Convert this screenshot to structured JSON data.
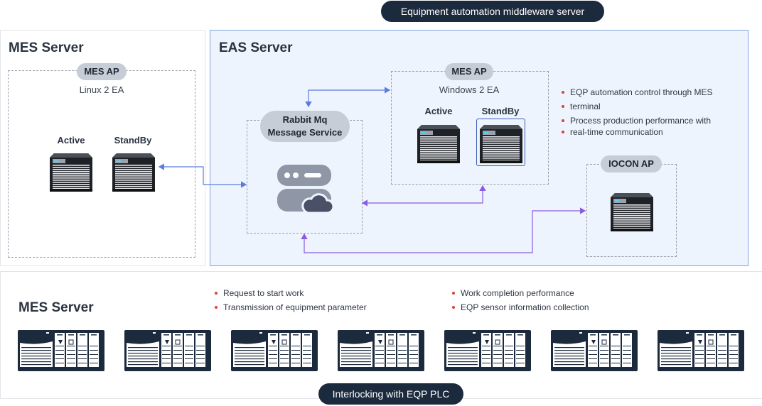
{
  "header": {
    "title": "Equipment automation middleware server"
  },
  "mes_top": {
    "title": "MES Server",
    "tag": "MES AP",
    "subtitle": "Linux 2 EA",
    "active": "Active",
    "standby": "StandBy"
  },
  "eas": {
    "title": "EAS Server",
    "rabbit_line1": "Rabbit Mq",
    "rabbit_line2": "Message Service",
    "mes_ap": {
      "tag": "MES AP",
      "subtitle": "Windows 2 EA",
      "active": "Active",
      "standby": "StandBy"
    },
    "iocon": {
      "tag": "IOCON AP"
    },
    "bullets": [
      "EQP automation control through MES",
      "terminal",
      "Process production performance with",
      "real-time communication"
    ]
  },
  "mes_bottom": {
    "title": "MES Server",
    "bullets_left": [
      "Request to start work",
      "Transmission of equipment parameter"
    ],
    "bullets_right": [
      "Work completion performance",
      "EQP sensor information collection"
    ],
    "footer": "Interlocking with EQP PLC"
  },
  "colors": {
    "navy": "#1c2a3e",
    "blue_line": "#5b7de0",
    "purple_line": "#8a5be0",
    "bullet": "#e0412f"
  },
  "icons": [
    "server-icon",
    "database-cloud-icon",
    "plc-icon"
  ]
}
